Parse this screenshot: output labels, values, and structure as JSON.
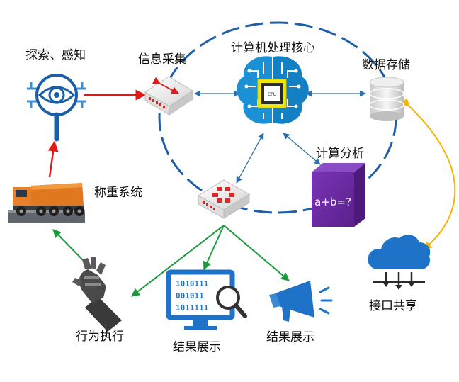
{
  "nodes": {
    "perception": "探索、感知",
    "info_collect": "信息采集",
    "core": "计算机处理核心",
    "storage": "数据存储",
    "analysis": "计算分析",
    "analysis_formula": "a+b=?",
    "weighing": "称重系统",
    "execution": "行为执行",
    "display_screen": "结果展示",
    "display_broadcast": "结果展示",
    "sharing": "接口共享"
  },
  "chip_label": "CPU",
  "screen_digits": [
    "1010111",
    "001011",
    "1011111"
  ],
  "colors": {
    "ring": "#1f5fa8",
    "link_blue": "#2e6fa8",
    "link_red": "#e01818",
    "link_green": "#1a9a3a",
    "link_yellow": "#f5b400",
    "brain": "#1b90d4",
    "chip_frame": "#f3e600",
    "analysis_box": "#6a2aa0",
    "display_blue": "#1e73c8"
  },
  "icons": [
    "eye-icon",
    "server-icon",
    "brain-chip-icon",
    "database-icon",
    "router-icon",
    "dump-truck-icon",
    "robot-hand-icon",
    "monitor-icon",
    "megaphone-icon",
    "cloud-share-icon"
  ]
}
